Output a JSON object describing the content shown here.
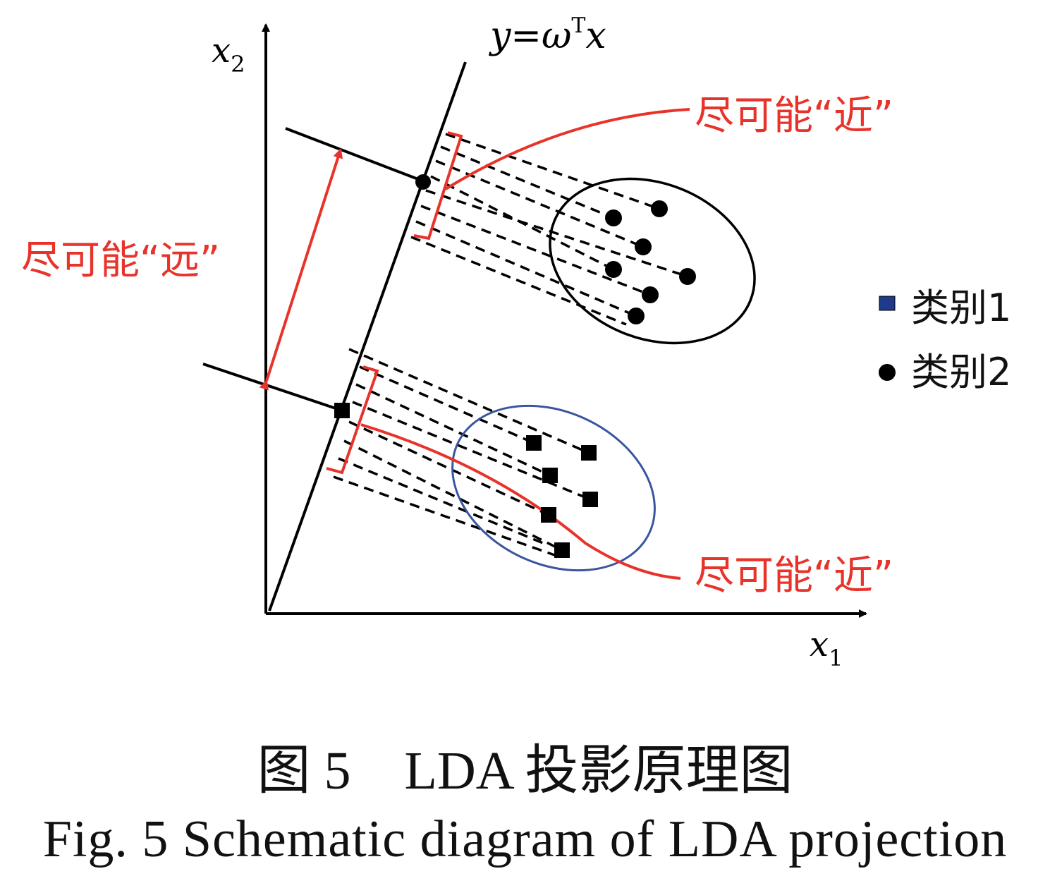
{
  "axes": {
    "x_label": "x",
    "x_sub": "1",
    "y_label": "x",
    "y_sub": "2"
  },
  "projection_line": {
    "label_y": "y=ω",
    "label_sup": "T",
    "label_x": "x"
  },
  "annotations": {
    "near_top": "尽可能“近”",
    "far": "尽可能“远”",
    "near_bottom": "尽可能“近”"
  },
  "legend": [
    {
      "label": "类别1",
      "marker": "square-marker-icon",
      "color": "#1f3a8a"
    },
    {
      "label": "类别2",
      "marker": "circle-marker-icon",
      "color": "#000000"
    }
  ],
  "caption": {
    "cn": "图 5　LDA 投影原理图",
    "en": "Fig. 5   Schematic diagram of LDA projection"
  },
  "colors": {
    "annotation": "#e8332a",
    "class1_ellipse": "#3a56a0",
    "class2_ellipse": "#000000",
    "lines": "#000000"
  }
}
